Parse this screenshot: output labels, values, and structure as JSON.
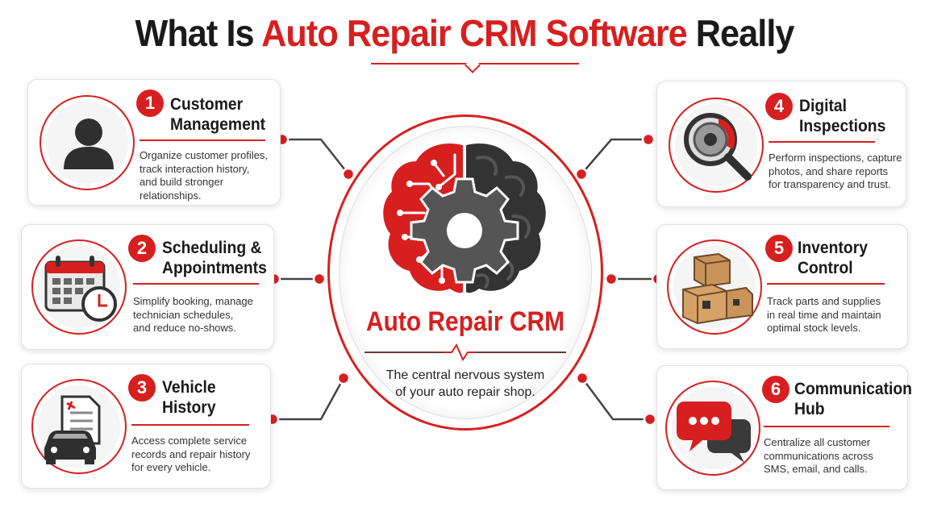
{
  "title": {
    "prefix": "What Is ",
    "accent": "Auto Repair CRM Software",
    "suffix": " Really"
  },
  "center": {
    "title": "Auto Repair CRM",
    "subtitle": "The central nervous system\nof your auto repair shop."
  },
  "features": [
    {
      "number": "1",
      "heading": "Customer\nManagement",
      "description": "Organize customer profiles,\ntrack interaction history,\nand build stronger\nrelationships.",
      "icon": "user-icon"
    },
    {
      "number": "2",
      "heading": "Scheduling &\nAppointments",
      "description": "Simplify booking, manage\ntechnician schedules,\nand reduce no-shows.",
      "icon": "calendar-clock-icon"
    },
    {
      "number": "3",
      "heading": "Vehicle\nHistory",
      "description": "Access complete service\nrecords and repair history\nfor every vehicle.",
      "icon": "car-document-icon"
    },
    {
      "number": "4",
      "heading": "Digital\nInspections",
      "description": "Perform inspections, capture\nphotos, and share reports\nfor transparency and trust.",
      "icon": "brake-magnifier-icon"
    },
    {
      "number": "5",
      "heading": "Inventory\nControl",
      "description": "Track parts and supplies\nin real time and maintain\noptimal stock levels.",
      "icon": "boxes-icon"
    },
    {
      "number": "6",
      "heading": "Communication\nHub",
      "description": "Centralize all customer\ncommunications across\nSMS, email, and calls.",
      "icon": "chat-bubbles-icon"
    }
  ],
  "colors": {
    "accent": "#d81f1f",
    "dark": "#2f2f2f",
    "connector": "#444444"
  }
}
